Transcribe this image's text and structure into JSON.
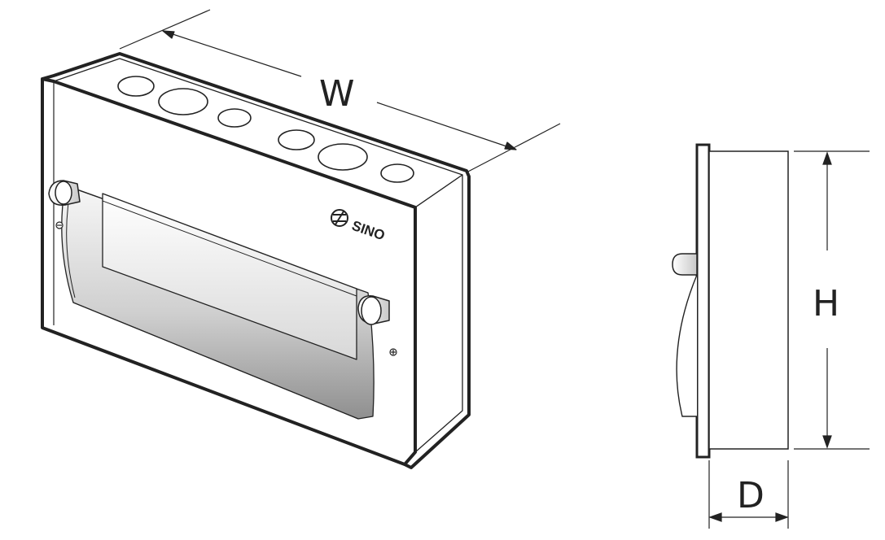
{
  "labels": {
    "width": "W",
    "height": "H",
    "depth": "D"
  },
  "brand": {
    "name": "SINO"
  },
  "icons": {
    "brand_logo": "sino-logo-icon"
  },
  "colors": {
    "line": "#222222",
    "body": "#ffffff",
    "window_light": "#f2f2f2",
    "window_dark": "#9a9a9a"
  }
}
